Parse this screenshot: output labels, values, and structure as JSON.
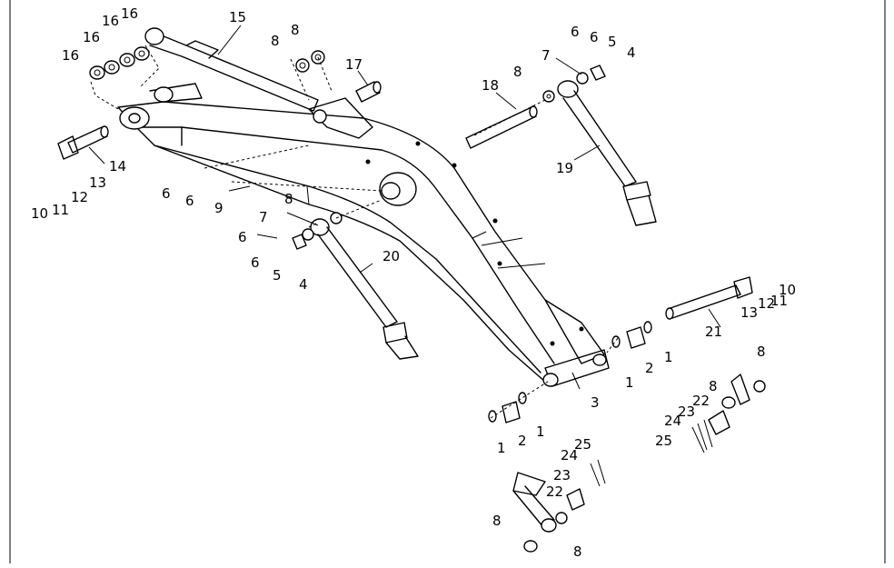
{
  "diagram": {
    "labels": [
      {
        "id": "l16a",
        "text": "16"
      },
      {
        "id": "l16b",
        "text": "16"
      },
      {
        "id": "l16c",
        "text": "16"
      },
      {
        "id": "l16d",
        "text": "16"
      },
      {
        "id": "l15",
        "text": "15"
      },
      {
        "id": "l8a",
        "text": "8"
      },
      {
        "id": "l8b",
        "text": "8"
      },
      {
        "id": "l17",
        "text": "17"
      },
      {
        "id": "l18",
        "text": "18"
      },
      {
        "id": "l8c",
        "text": "8"
      },
      {
        "id": "l7a",
        "text": "7"
      },
      {
        "id": "l6a",
        "text": "6"
      },
      {
        "id": "l6b",
        "text": "6"
      },
      {
        "id": "l5a",
        "text": "5"
      },
      {
        "id": "l4a",
        "text": "4"
      },
      {
        "id": "l19",
        "text": "19"
      },
      {
        "id": "l14",
        "text": "14"
      },
      {
        "id": "l13a",
        "text": "13"
      },
      {
        "id": "l12a",
        "text": "12"
      },
      {
        "id": "l11a",
        "text": "11"
      },
      {
        "id": "l10a",
        "text": "10"
      },
      {
        "id": "l6c",
        "text": "6"
      },
      {
        "id": "l6d",
        "text": "6"
      },
      {
        "id": "l9",
        "text": "9"
      },
      {
        "id": "l8d",
        "text": "8"
      },
      {
        "id": "l7b",
        "text": "7"
      },
      {
        "id": "l6e",
        "text": "6"
      },
      {
        "id": "l6f",
        "text": "6"
      },
      {
        "id": "l5b",
        "text": "5"
      },
      {
        "id": "l4b",
        "text": "4"
      },
      {
        "id": "l20",
        "text": "20"
      },
      {
        "id": "l21",
        "text": "21"
      },
      {
        "id": "l13b",
        "text": "13"
      },
      {
        "id": "l12b",
        "text": "12"
      },
      {
        "id": "l11b",
        "text": "11"
      },
      {
        "id": "l10b",
        "text": "10"
      },
      {
        "id": "l1a",
        "text": "1"
      },
      {
        "id": "l2a",
        "text": "2"
      },
      {
        "id": "l1b",
        "text": "1"
      },
      {
        "id": "l3",
        "text": "3"
      },
      {
        "id": "l1c",
        "text": "1"
      },
      {
        "id": "l2b",
        "text": "2"
      },
      {
        "id": "l1d",
        "text": "1"
      },
      {
        "id": "l8e",
        "text": "8"
      },
      {
        "id": "l8f",
        "text": "8"
      },
      {
        "id": "l22a",
        "text": "22"
      },
      {
        "id": "l23a",
        "text": "23"
      },
      {
        "id": "l24a",
        "text": "24"
      },
      {
        "id": "l25a",
        "text": "25"
      },
      {
        "id": "l25b",
        "text": "25"
      },
      {
        "id": "l24b",
        "text": "24"
      },
      {
        "id": "l23b",
        "text": "23"
      },
      {
        "id": "l22b",
        "text": "22"
      },
      {
        "id": "l8g",
        "text": "8"
      },
      {
        "id": "l8h",
        "text": "8"
      }
    ]
  }
}
